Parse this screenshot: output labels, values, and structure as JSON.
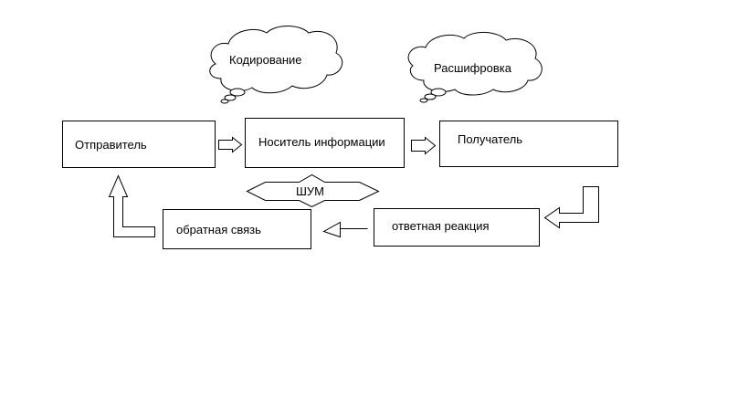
{
  "cloud_encoding": {
    "label": "Кодирование"
  },
  "cloud_decoding": {
    "label": "Расшифровка"
  },
  "nodes": {
    "sender": "Отправитель",
    "carrier": "Носитель информации",
    "receiver": "Получатель",
    "response": "ответная реакция",
    "feedback": "обратная связь"
  },
  "noise": {
    "label": "ШУМ"
  }
}
